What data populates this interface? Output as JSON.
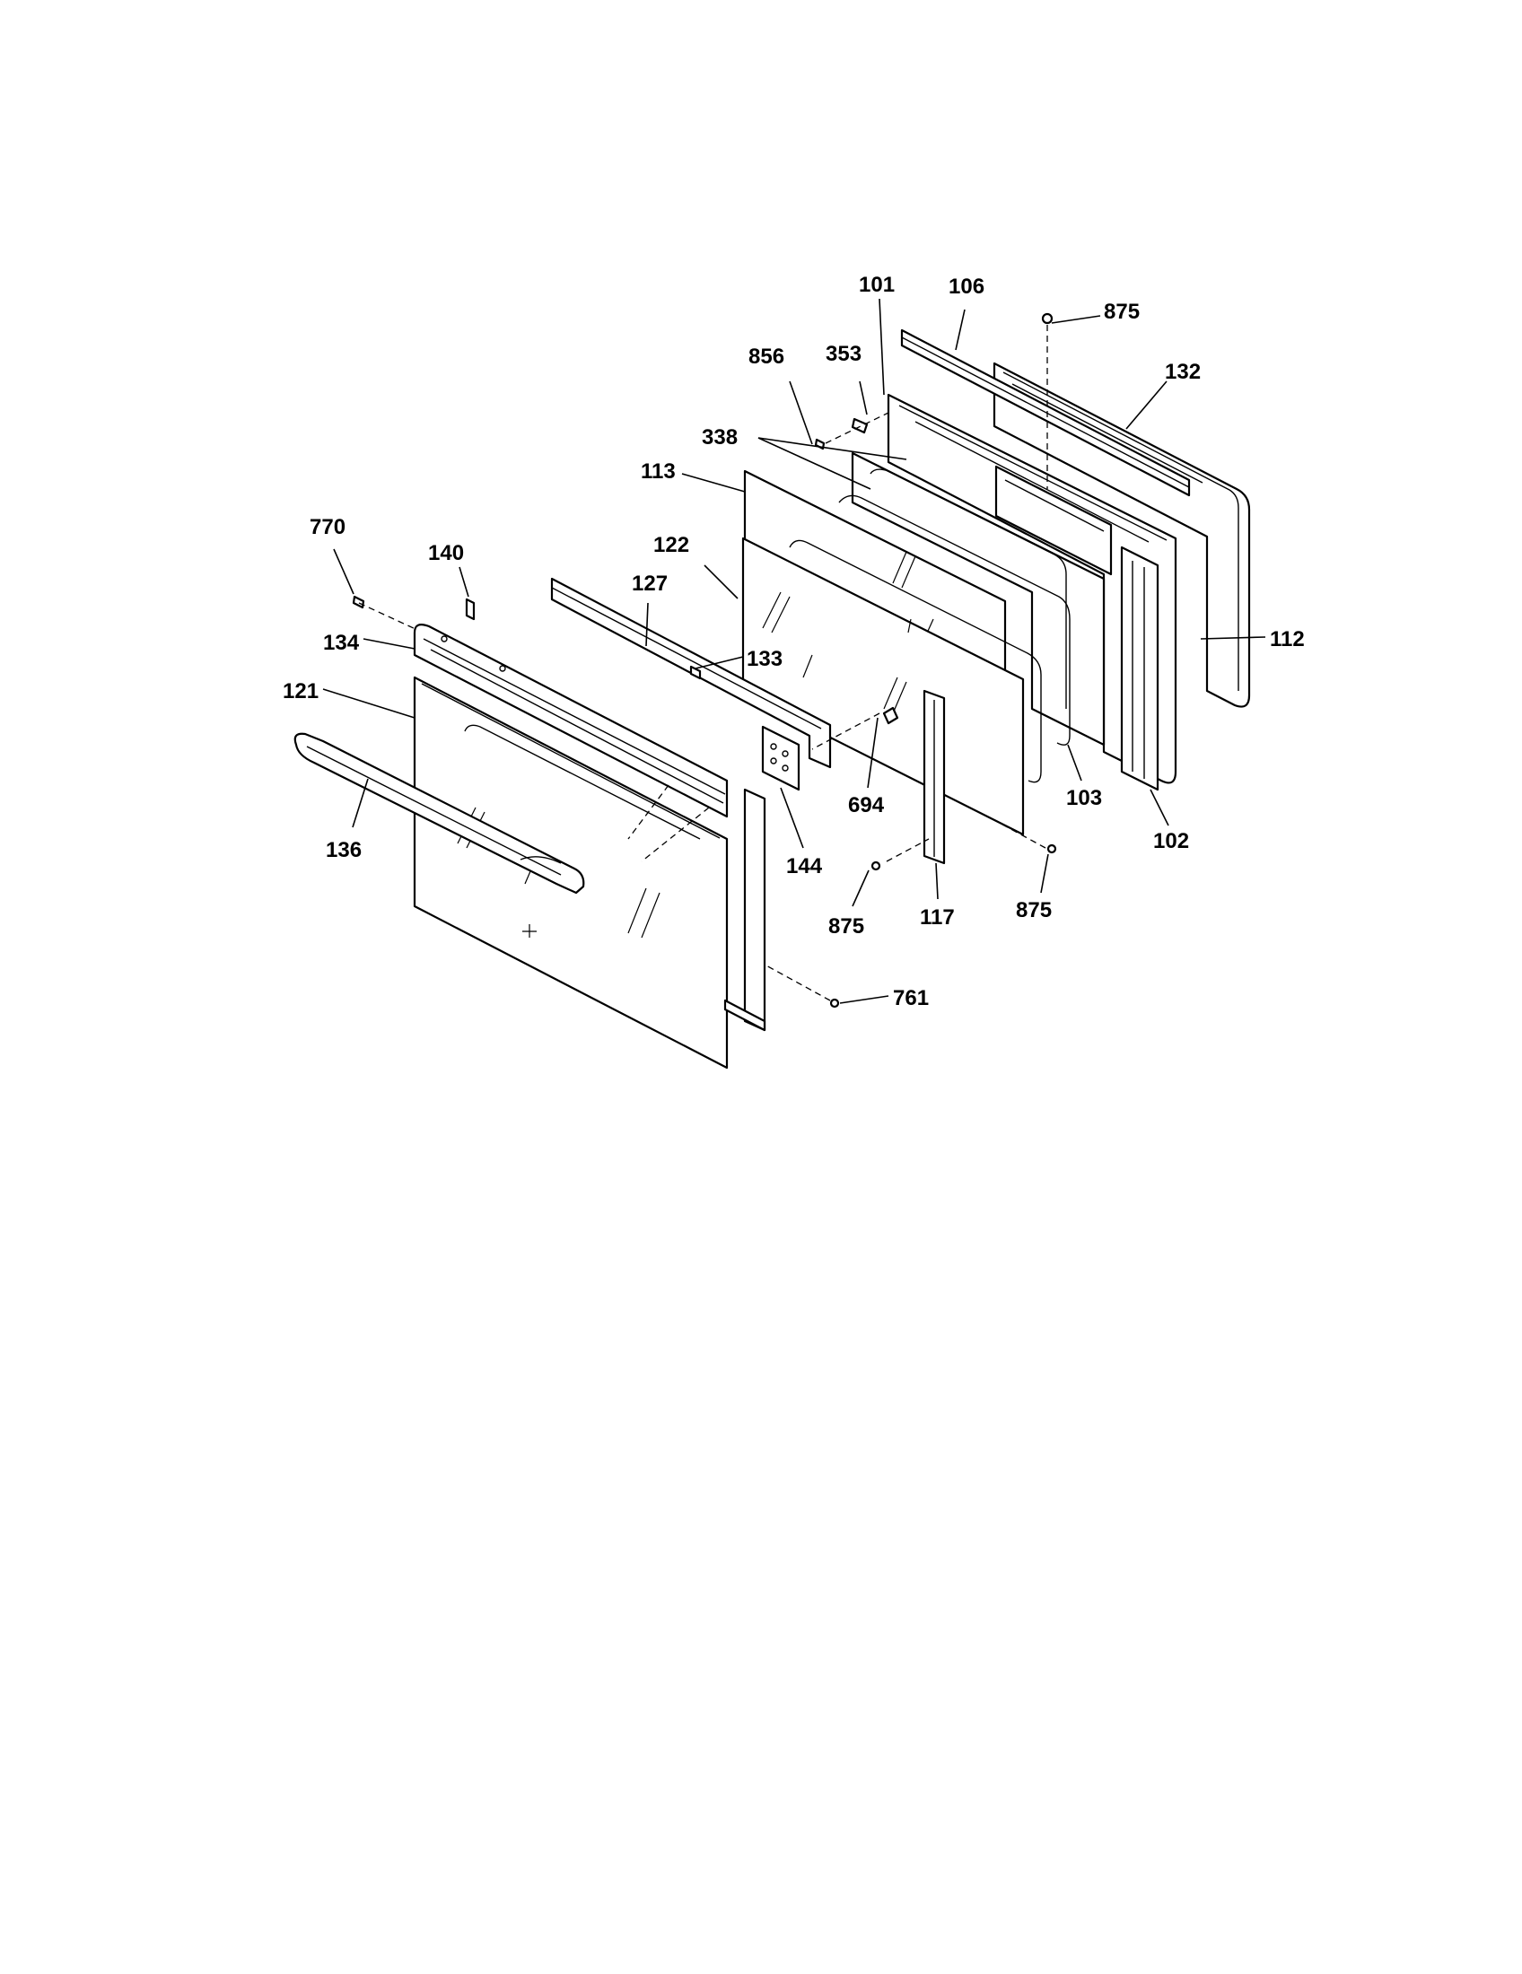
{
  "diagram": {
    "callouts": [
      {
        "id": "101",
        "text": "101"
      },
      {
        "id": "106",
        "text": "106"
      },
      {
        "id": "875a",
        "text": "875"
      },
      {
        "id": "856",
        "text": "856"
      },
      {
        "id": "353",
        "text": "353"
      },
      {
        "id": "132",
        "text": "132"
      },
      {
        "id": "338",
        "text": "338"
      },
      {
        "id": "113",
        "text": "113"
      },
      {
        "id": "770",
        "text": "770"
      },
      {
        "id": "140",
        "text": "140"
      },
      {
        "id": "122",
        "text": "122"
      },
      {
        "id": "127",
        "text": "127"
      },
      {
        "id": "133",
        "text": "133"
      },
      {
        "id": "134",
        "text": "134"
      },
      {
        "id": "112",
        "text": "112"
      },
      {
        "id": "121",
        "text": "121"
      },
      {
        "id": "694",
        "text": "694"
      },
      {
        "id": "103",
        "text": "103"
      },
      {
        "id": "136",
        "text": "136"
      },
      {
        "id": "144",
        "text": "144"
      },
      {
        "id": "102",
        "text": "102"
      },
      {
        "id": "875b",
        "text": "875"
      },
      {
        "id": "117",
        "text": "117"
      },
      {
        "id": "875c",
        "text": "875"
      },
      {
        "id": "761",
        "text": "761"
      }
    ]
  }
}
